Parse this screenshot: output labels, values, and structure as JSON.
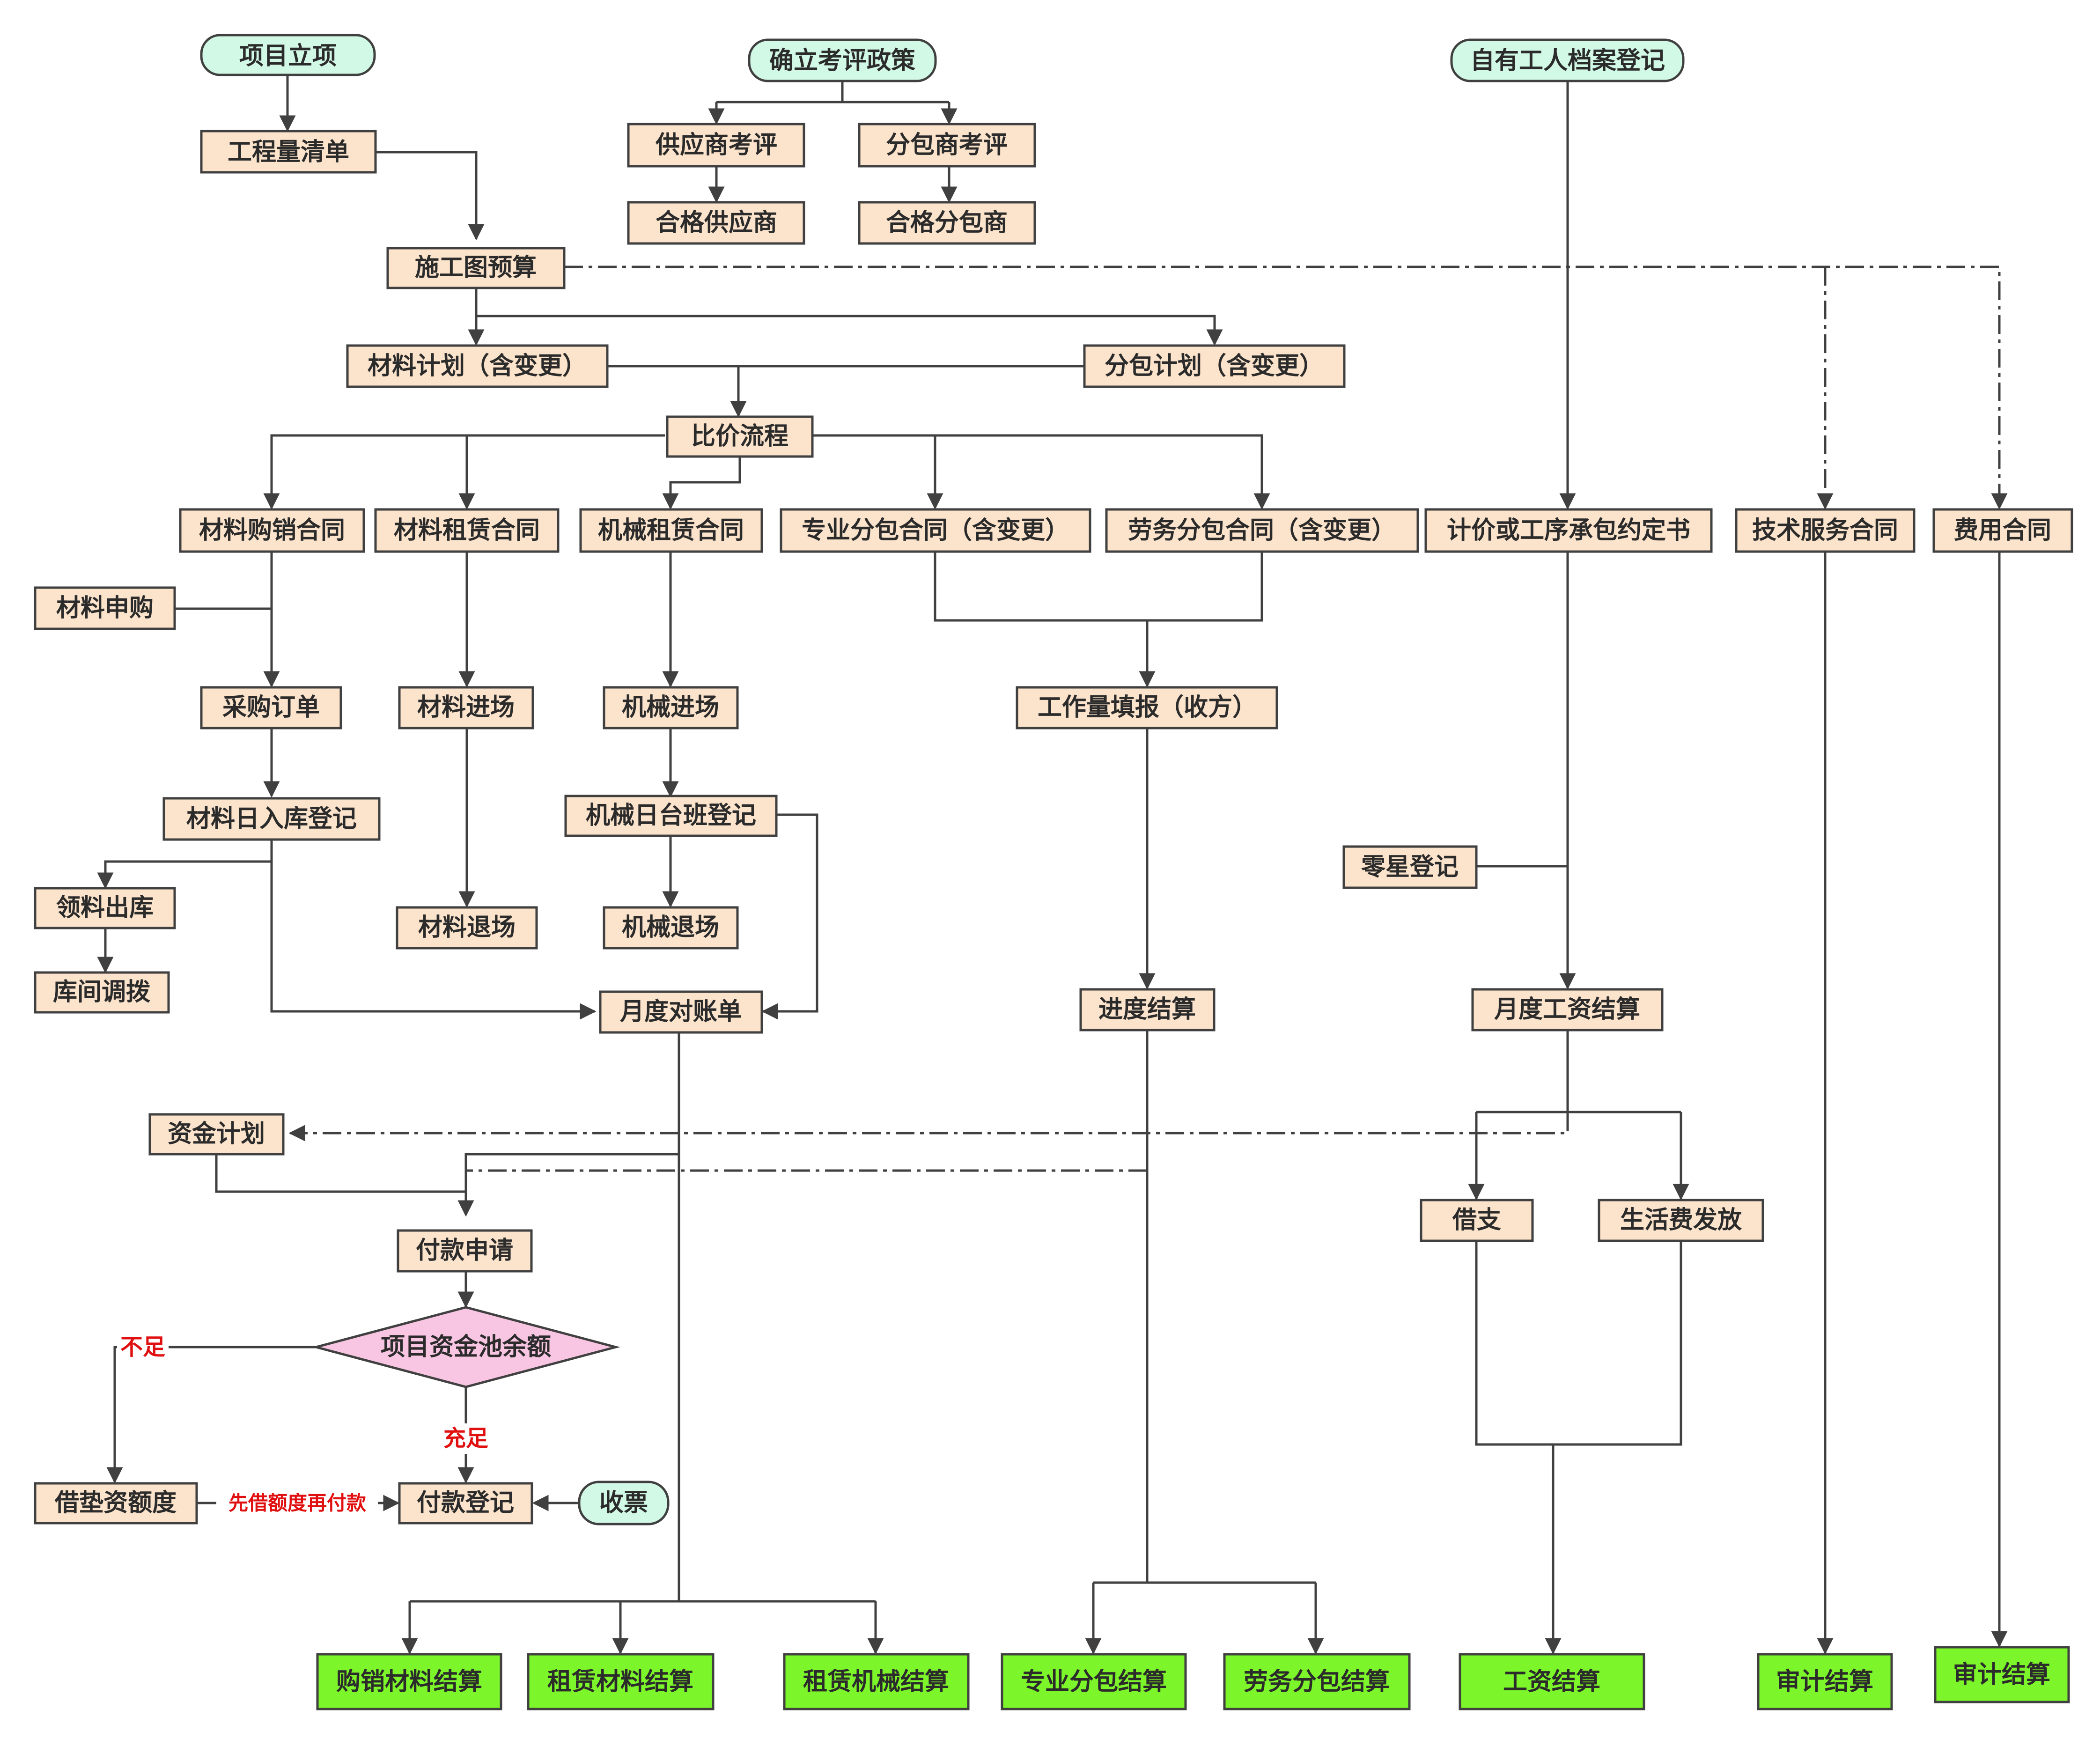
{
  "nodes": {
    "project_setup": "项目立项",
    "bill_of_quantities": "工程量清单",
    "establish_policy": "确立考评政策",
    "supplier_eval": "供应商考评",
    "subcontractor_eval": "分包商考评",
    "qualified_supplier": "合格供应商",
    "qualified_subcontractor": "合格分包商",
    "worker_registration": "自有工人档案登记",
    "construction_budget": "施工图预算",
    "material_plan": "材料计划（含变更）",
    "subcontract_plan": "分包计划（含变更）",
    "price_comparison": "比价流程",
    "material_purchase_contract": "材料购销合同",
    "material_lease_contract": "材料租赁合同",
    "machine_lease_contract": "机械租赁合同",
    "professional_subcontract": "专业分包合同（含变更）",
    "labor_subcontract": "劳务分包合同（含变更）",
    "piece_rate_agreement": "计价或工序承包约定书",
    "tech_service_contract": "技术服务合同",
    "expense_contract": "费用合同",
    "material_requisition": "材料申购",
    "purchase_order": "采购订单",
    "material_entry": "材料进场",
    "machine_entry": "机械进场",
    "workload_report": "工作量填报（收方）",
    "daily_material_inbound": "材料日入库登记",
    "daily_machine_shift": "机械日台班登记",
    "odd_job_registration": "零星登记",
    "material_issue": "领料出库",
    "material_exit": "材料退场",
    "machine_exit": "机械退场",
    "warehouse_transfer": "库间调拨",
    "monthly_reconciliation": "月度对账单",
    "progress_settlement": "进度结算",
    "monthly_wage_settlement": "月度工资结算",
    "fund_plan": "资金计划",
    "advance": "借支",
    "living_allowance": "生活费发放",
    "payment_application": "付款申请",
    "fund_pool_balance": "项目资金池余额",
    "advance_quota": "借垫资额度",
    "payment_registration": "付款登记",
    "receive_invoice": "收票",
    "purchase_material_settlement": "购销材料结算",
    "lease_material_settlement": "租赁材料结算",
    "lease_machine_settlement": "租赁机械结算",
    "professional_subcontract_settlement": "专业分包结算",
    "labor_subcontract_settlement": "劳务分包结算",
    "wage_settlement": "工资结算",
    "audit_settlement_1": "审计结算",
    "audit_settlement_2": "审计结算"
  },
  "edge_labels": {
    "insufficient": "不足",
    "sufficient": "充足",
    "borrow_then_pay": "先借额度再付款"
  },
  "colors": {
    "process_fill": "#FCE4CC",
    "start_fill": "#D2F8E6",
    "end_fill": "#7CF52A",
    "decision_fill": "#F8C6E2",
    "stroke": "#404040",
    "edge_label": "#E01010"
  }
}
